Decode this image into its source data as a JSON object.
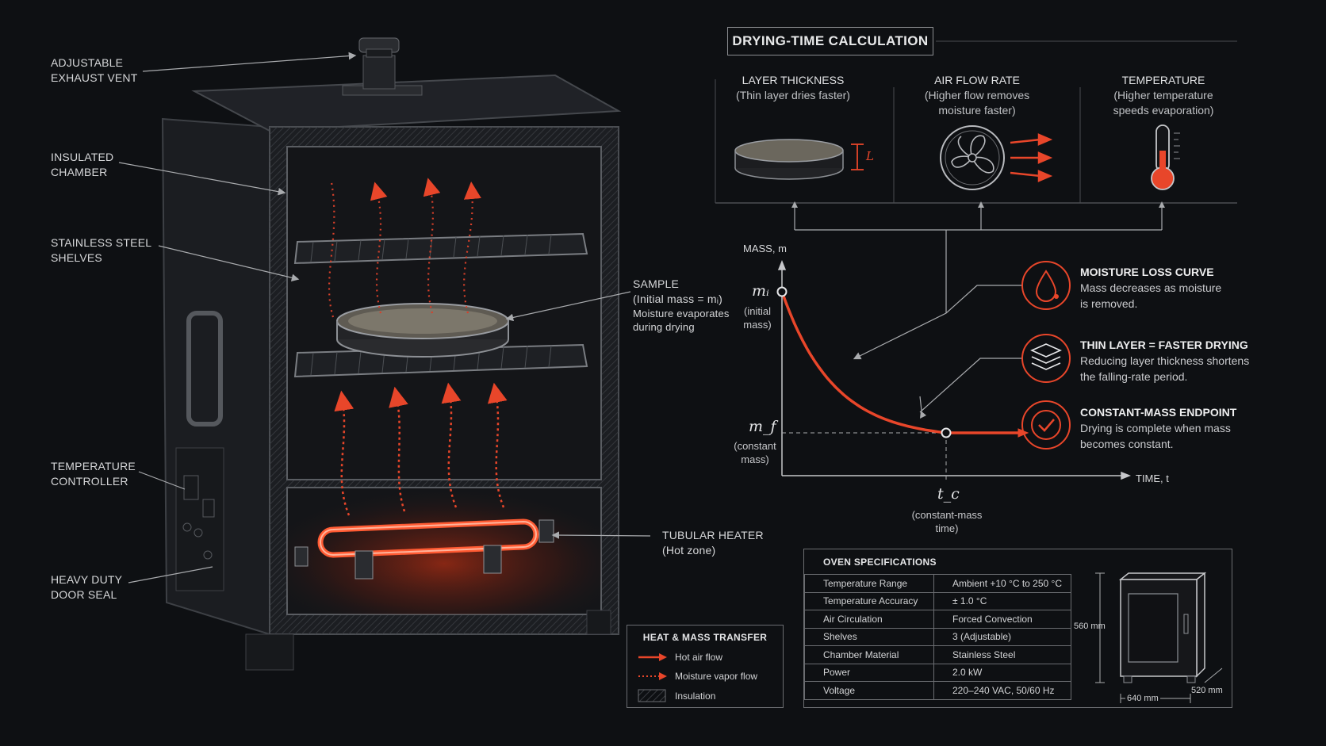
{
  "oven_labels": {
    "exhaust": [
      "ADJUSTABLE",
      "EXHAUST VENT"
    ],
    "chamber": [
      "INSULATED",
      "CHAMBER"
    ],
    "shelves": [
      "STAINLESS STEEL",
      "SHELVES"
    ],
    "controller": [
      "TEMPERATURE",
      "CONTROLLER"
    ],
    "seal": [
      "HEAVY DUTY",
      "DOOR SEAL"
    ],
    "sample_title": "SAMPLE",
    "sample_mass": "(Initial mass = mᵢ)",
    "sample_desc": [
      "Moisture evaporates",
      "during drying"
    ],
    "heater": [
      "TUBULAR HEATER",
      "(Hot zone)"
    ]
  },
  "calc": {
    "title": "DRYING-TIME CALCULATION",
    "factors": [
      {
        "head": "LAYER THICKNESS",
        "sub": [
          "(Thin layer dries faster)"
        ]
      },
      {
        "head": "AIR FLOW RATE",
        "sub": [
          "(Higher flow removes",
          "moisture faster)"
        ]
      },
      {
        "head": "TEMPERATURE",
        "sub": [
          "(Higher temperature",
          "speeds evaporation)"
        ]
      }
    ],
    "layer_symbol": "L"
  },
  "chart_data": {
    "type": "line",
    "xlabel": "TIME, t",
    "ylabel": "MASS, m",
    "y_marks": {
      "initial": {
        "symbol": "mᵢ",
        "note": [
          "(initial",
          "mass)"
        ]
      },
      "final": {
        "symbol": "m_f",
        "note": [
          "(constant",
          "mass)"
        ]
      }
    },
    "x_mark": {
      "symbol": "t_c",
      "note": [
        "(constant-mass",
        "time)"
      ]
    },
    "series": [
      {
        "values": "monotonic decrease from mᵢ to m_f, reaching constant mass at t_c"
      }
    ]
  },
  "callouts": [
    {
      "head": "MOISTURE LOSS CURVE",
      "sub": [
        "Mass decreases as moisture",
        "is removed."
      ]
    },
    {
      "head": "THIN LAYER = FASTER DRYING",
      "sub": [
        "Reducing layer thickness shortens",
        "the falling-rate period."
      ]
    },
    {
      "head": "CONSTANT-MASS ENDPOINT",
      "sub": [
        "Drying is complete when mass",
        "becomes constant."
      ]
    }
  ],
  "legend": {
    "title": "HEAT & MASS TRANSFER",
    "items": [
      "Hot air flow",
      "Moisture vapor flow",
      "Insulation"
    ]
  },
  "specs": {
    "title": "OVEN SPECIFICATIONS",
    "rows": [
      [
        "Temperature Range",
        "Ambient +10 °C to 250 °C"
      ],
      [
        "Temperature Accuracy",
        "± 1.0 °C"
      ],
      [
        "Air Circulation",
        "Forced Convection"
      ],
      [
        "Shelves",
        "3 (Adjustable)"
      ],
      [
        "Chamber Material",
        "Stainless Steel"
      ],
      [
        "Power",
        "2.0 kW"
      ],
      [
        "Voltage",
        "220–240 VAC, 50/60 Hz"
      ]
    ],
    "dims": {
      "height": "560 mm",
      "width": "640 mm",
      "depth": "520 mm"
    }
  },
  "colors": {
    "accent": "#e8462a",
    "line": "#a9abae"
  }
}
